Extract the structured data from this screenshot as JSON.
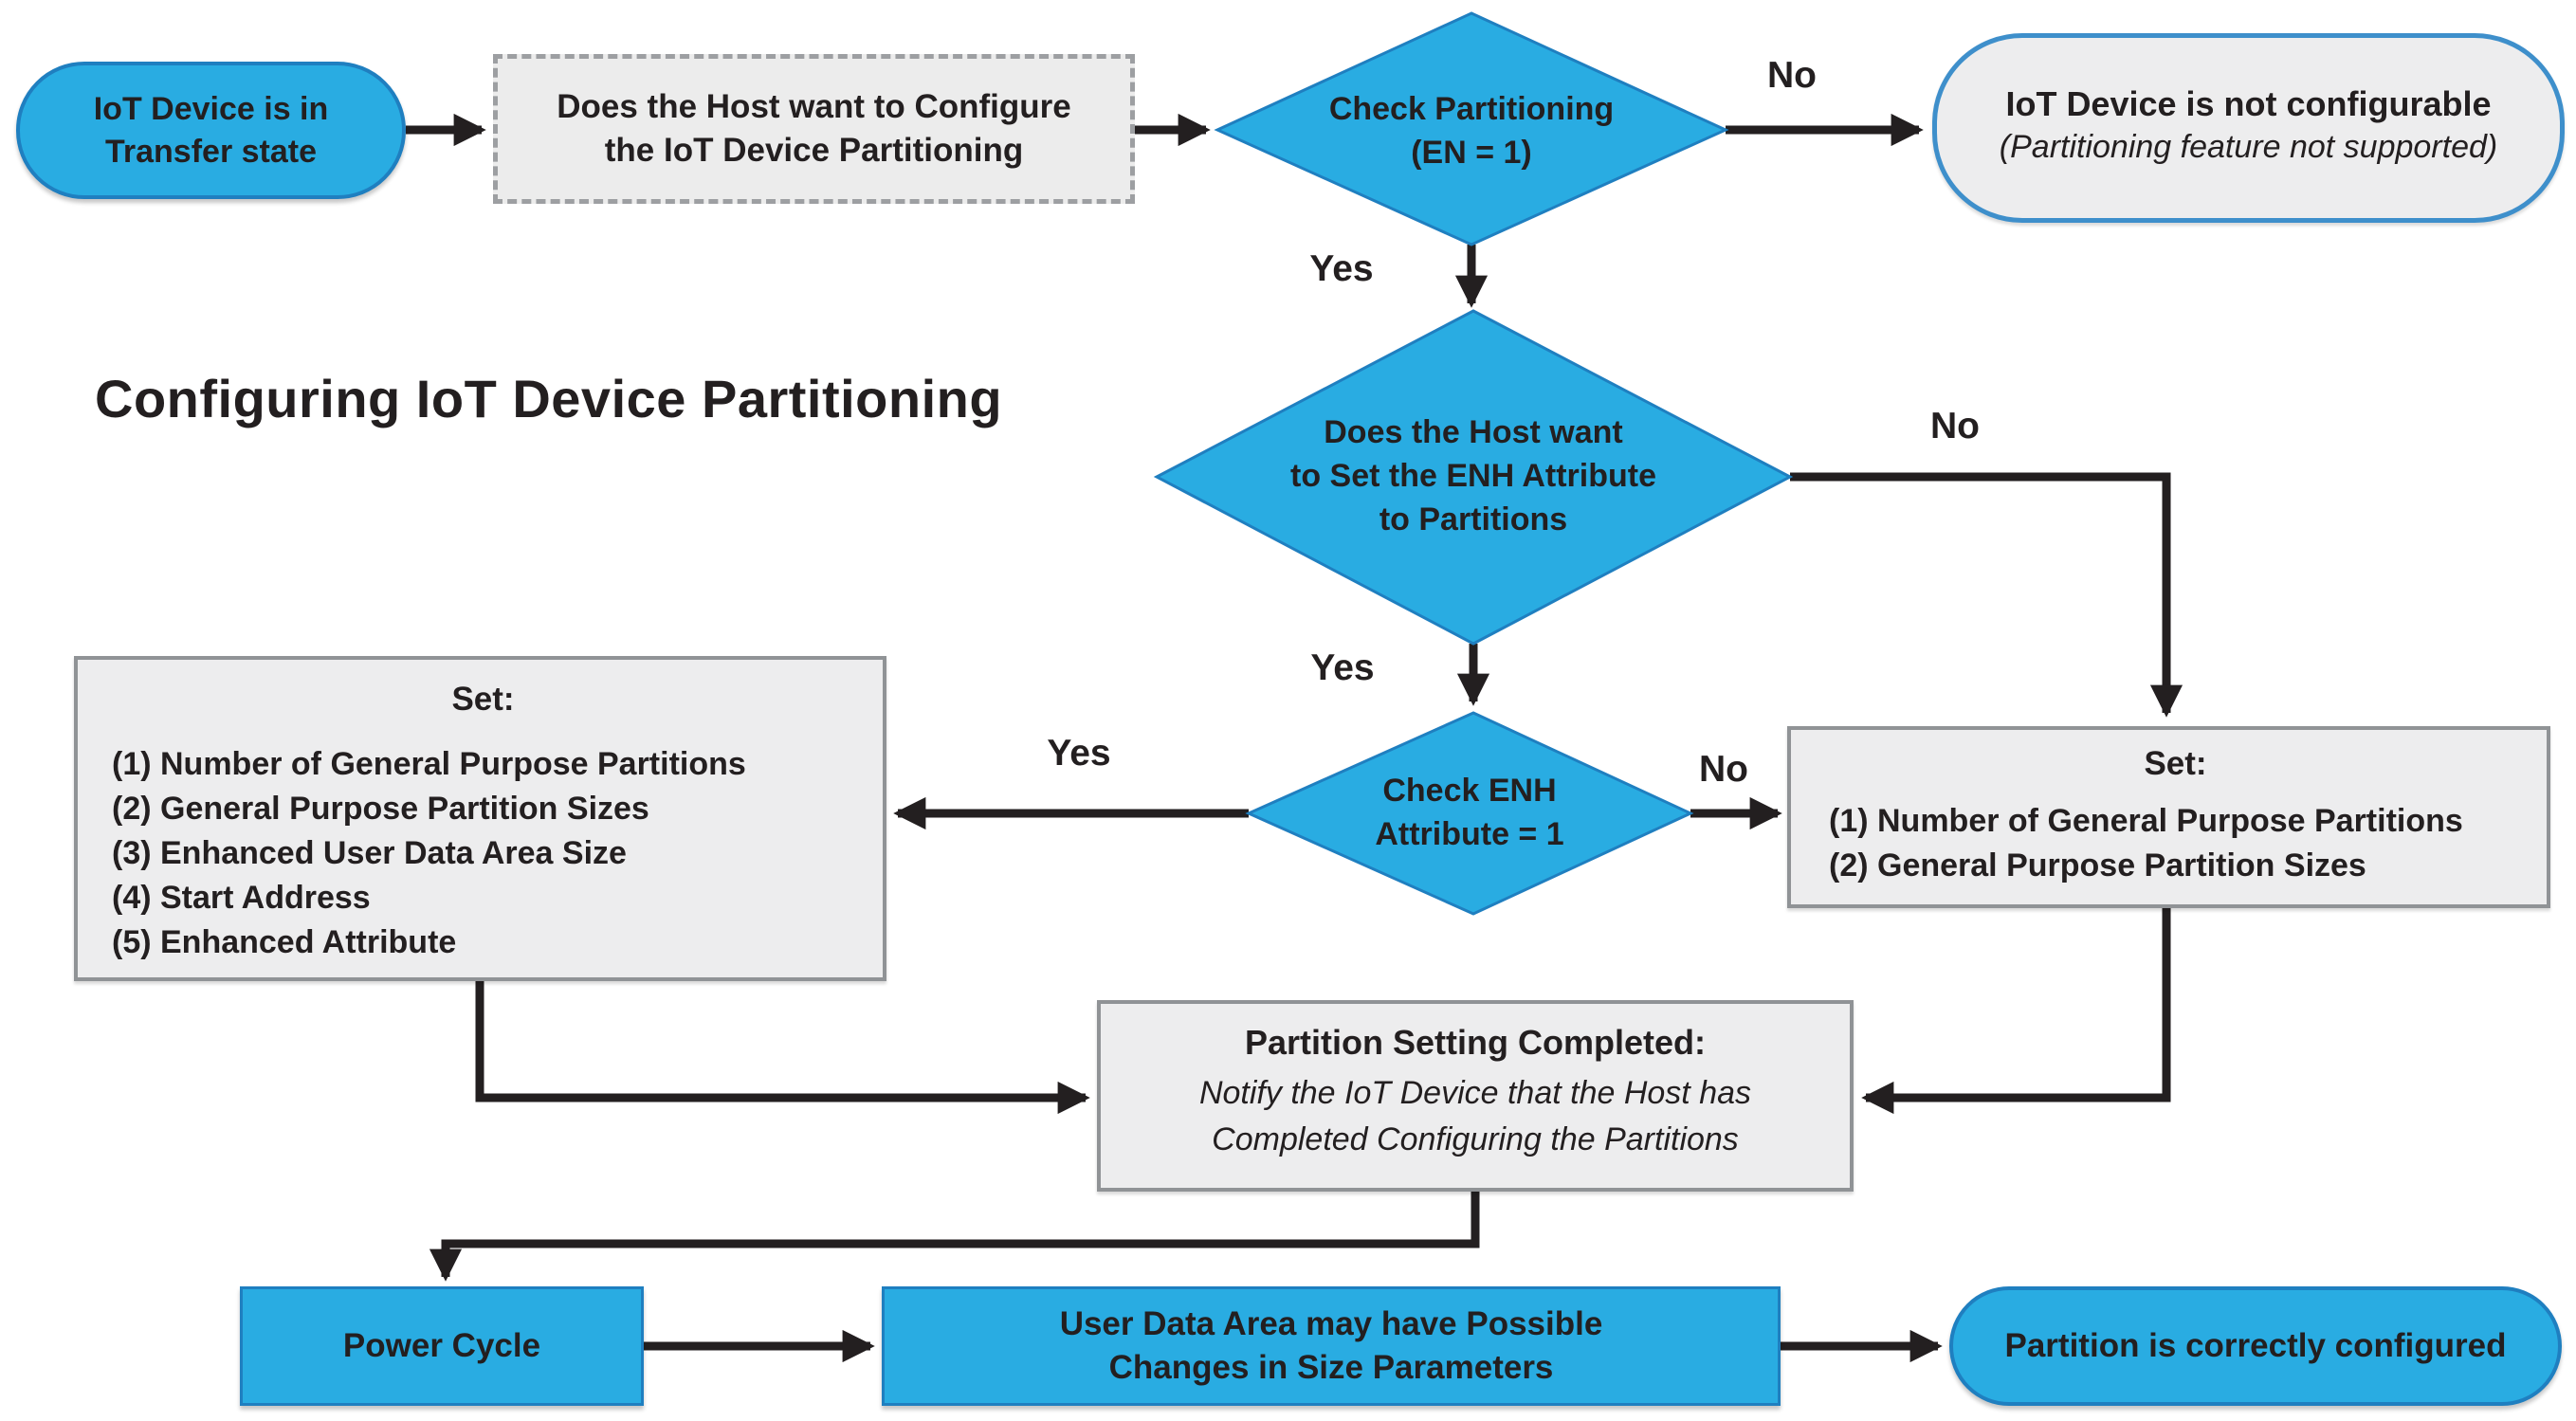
{
  "title": "Configuring IoT Device Partitioning",
  "colors": {
    "node_fill_cyan": "#29ace2",
    "node_border_blue": "#1f7fc0",
    "node_fill_gray": "#ededee",
    "node_border_gray": "#909396",
    "arrow_black": "#231f20",
    "text": "#231f20"
  },
  "nodes": {
    "start": {
      "text": "IoT Device is in\nTransfer state"
    },
    "configure_question": {
      "text": "Does the Host want to Configure\nthe IoT Device Partitioning"
    },
    "check_partitioning": {
      "text": "Check Partitioning\n(EN = 1)"
    },
    "not_configurable": {
      "line1": "IoT Device is not configurable",
      "line2": "(Partitioning feature not supported)"
    },
    "set_enh_question": {
      "text": "Does the Host want\nto Set the ENH Attribute\nto Partitions"
    },
    "check_enh": {
      "text": "Check ENH\nAttribute = 1"
    },
    "set_full": {
      "heading": "Set:",
      "items": [
        "(1) Number of General Purpose Partitions",
        "(2) General Purpose Partition Sizes",
        "(3) Enhanced User Data Area Size",
        "(4) Start Address",
        "(5) Enhanced Attribute"
      ]
    },
    "set_basic": {
      "heading": "Set:",
      "items": [
        "(1) Number of General Purpose Partitions",
        "(2) General Purpose Partition Sizes"
      ]
    },
    "partition_completed": {
      "heading": "Partition Setting Completed:",
      "body": "Notify the IoT Device that the Host has\nCompleted Configuring the Partitions"
    },
    "power_cycle": {
      "text": "Power Cycle"
    },
    "user_data_change": {
      "text": "User Data Area may have Possible\nChanges in Size Parameters"
    },
    "configured": {
      "text": "Partition is correctly configured"
    }
  },
  "edge_labels": {
    "check_partitioning_no": "No",
    "check_partitioning_yes": "Yes",
    "set_enh_no": "No",
    "set_enh_yes": "Yes",
    "check_enh_yes": "Yes",
    "check_enh_no": "No"
  }
}
